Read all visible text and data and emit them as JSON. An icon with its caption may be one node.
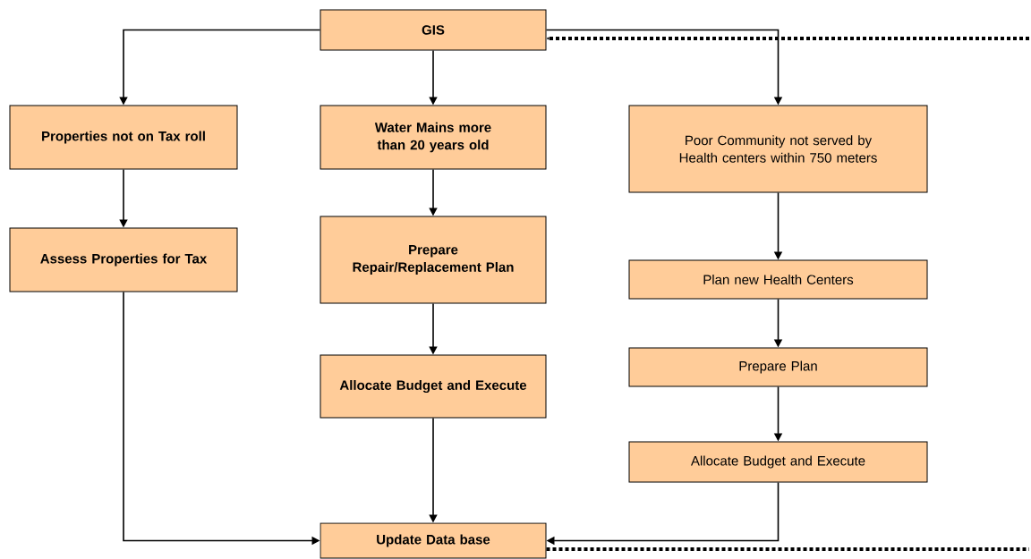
{
  "diagram": {
    "nodes": [
      {
        "text": [
          "GIS"
        ]
      },
      {
        "text": [
          "Properties not on Tax roll"
        ]
      },
      {
        "text": [
          "Water Mains more than 20 years old"
        ]
      },
      {
        "text": [
          "Poor Community not  served by Health centers within 750 meters"
        ]
      },
      {
        "text": [
          "Assess Properties for Tax"
        ]
      },
      {
        "text": [
          "Prepare Repair/Replacement Plan"
        ]
      },
      {
        "text": [
          "Plan new Health Centers"
        ]
      },
      {
        "text": [
          "Allocate Budget and Execute"
        ]
      },
      {
        "text": [
          "Prepare Plan"
        ]
      },
      {
        "text": [
          "Allocate Budget and Execute"
        ]
      },
      {
        "text": [
          "Update Data base"
        ]
      }
    ],
    "edges": [
      {
        "from": 0,
        "to": 1,
        "arrow": "to"
      },
      {
        "from": 0,
        "to": 2,
        "arrow": "to"
      },
      {
        "from": 0,
        "to": 3,
        "arrow": "to"
      },
      {
        "from": 1,
        "to": 4,
        "arrow": "to"
      },
      {
        "from": 4,
        "to": 10,
        "arrow": "to"
      },
      {
        "from": 2,
        "to": 5,
        "arrow": "to"
      },
      {
        "from": 5,
        "to": 7,
        "arrow": "to"
      },
      {
        "from": 7,
        "to": 10,
        "arrow": "to"
      },
      {
        "from": 3,
        "to": 6,
        "arrow": "to"
      },
      {
        "from": 6,
        "to": 8,
        "arrow": "to"
      },
      {
        "from": 8,
        "to": 9,
        "arrow": "to"
      },
      {
        "from": 9,
        "to": 10,
        "arrow": "to"
      },
      {
        "from": null,
        "to": 0,
        "arrow": "to",
        "style": "dashed"
      },
      {
        "from": 10,
        "to": null,
        "arrow": "none",
        "style": "dashed"
      }
    ]
  }
}
